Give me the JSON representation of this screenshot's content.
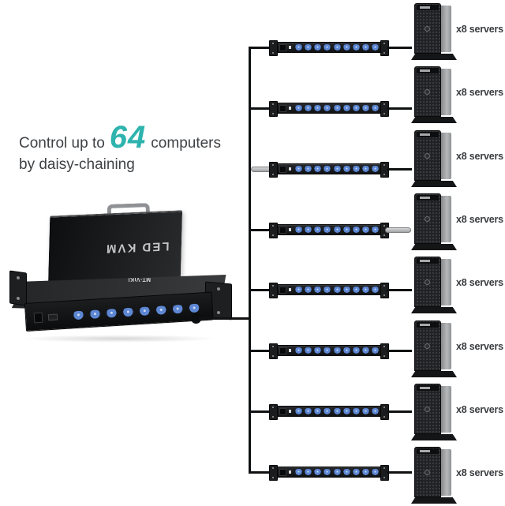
{
  "headline": {
    "prefix": "Control up to",
    "highlight": "64",
    "suffix": "computers",
    "line2": "by daisy-chaining",
    "highlight_color": "#2eb3ae"
  },
  "kvm_device": {
    "lid_label": "LED KVM",
    "brand": "MT-ViKI",
    "front_port_count": 8
  },
  "diagram": {
    "bar_port_count": 9,
    "rows": [
      {
        "label": "x8 servers",
        "left_connector": "line",
        "right_connector": "line"
      },
      {
        "label": "x8 servers",
        "left_connector": "line",
        "right_connector": "line"
      },
      {
        "label": "x8 servers",
        "left_connector": "cable",
        "right_connector": "line"
      },
      {
        "label": "x8 servers",
        "left_connector": "line",
        "right_connector": "cable"
      },
      {
        "label": "x8 servers",
        "left_connector": "line",
        "right_connector": "line"
      },
      {
        "label": "x8 servers",
        "left_connector": "line",
        "right_connector": "line"
      },
      {
        "label": "x8 servers",
        "left_connector": "line",
        "right_connector": "line"
      },
      {
        "label": "x8 servers",
        "left_connector": "line",
        "right_connector": "line"
      }
    ]
  },
  "colors": {
    "background": "#ffffff",
    "line": "#101112",
    "accent_teal": "#2eb3ae",
    "cable_gray": "#b9bbbd",
    "text": "#3f4245"
  }
}
